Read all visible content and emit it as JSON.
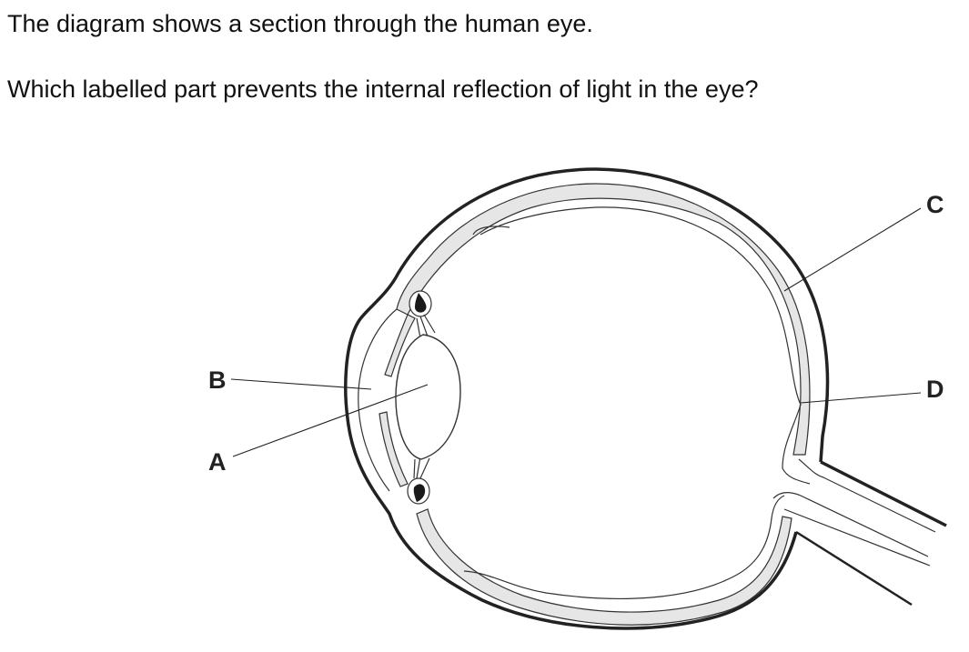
{
  "question": {
    "intro": "The diagram shows a section through the human eye.",
    "prompt": "Which labelled part prevents the internal reflection of light in the eye?"
  },
  "diagram": {
    "labels": {
      "A": "A",
      "B": "B",
      "C": "C",
      "D": "D"
    },
    "colors": {
      "line": "#222222",
      "choroid_fill": "#e6e6e6",
      "pigment": "#1a1a1a"
    }
  }
}
